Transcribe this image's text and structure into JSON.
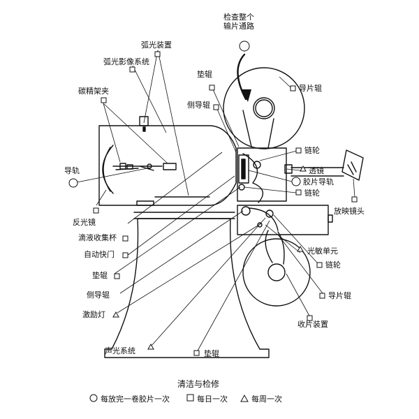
{
  "title": "清洁与检修",
  "labels": {
    "check_path_line1": "检查整个",
    "check_path_line2": "输片通路",
    "arc_device": "弧光装置",
    "arc_optics": "弧光影像系统",
    "pad_roller_top": "垫辊",
    "guide_roller_top": "导片辊",
    "side_guide_top": "侧导辊",
    "carbon_holder": "碳精架夹",
    "sprocket_upper": "链轮",
    "lens_transparent": "透镜",
    "film_gate": "胶片导轨",
    "sprocket_middle": "链轮",
    "guide_rail": "导轨",
    "reflector": "反光镜",
    "projection_lens": "放映镜头",
    "drip_cup": "滴液收集杯",
    "auto_shutter": "自动快门",
    "photocell": "光敏单元",
    "pad_roller_mid": "垫辊",
    "sprocket_lower": "链轮",
    "side_guide_lower": "侧导辊",
    "guide_roller_lower": "导片辊",
    "exciter_lamp": "激励灯",
    "takeup": "收片装置",
    "sound_optics": "声光系统",
    "pad_roller_bottom": "垫辊"
  },
  "legend": [
    {
      "symbol": "circle",
      "text": "每放完一卷胶片一次"
    },
    {
      "symbol": "square",
      "text": "每日一次"
    },
    {
      "symbol": "triangle",
      "text": "每周一次"
    }
  ]
}
